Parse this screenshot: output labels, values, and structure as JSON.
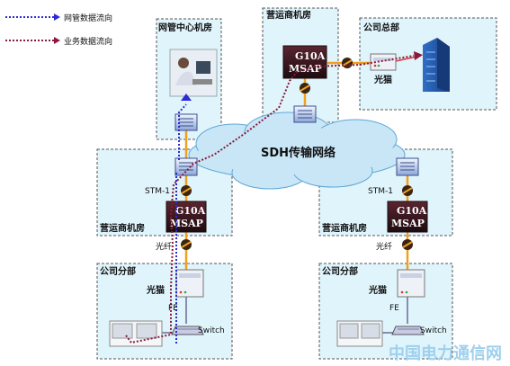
{
  "legend": {
    "nms_flow": "网管数据流向",
    "service_flow": "业务数据流向"
  },
  "rooms": {
    "nms_center": "网管中心机房",
    "carrier_top": "营运商机房",
    "hq": "公司总部",
    "carrier_left": "营运商机房",
    "carrier_right": "营运商机房",
    "branch_left": "公司分部",
    "branch_right": "公司分部"
  },
  "network": {
    "sdh": "SDH传输网络"
  },
  "devices": {
    "msap_line1": "G10A",
    "msap_line2": "MSAP",
    "optical_cat": "光猫"
  },
  "links": {
    "stm1": "STM-1",
    "fiber": "光纤",
    "fe": "FE",
    "switch": "Switch"
  },
  "watermark": "中国电力通信网",
  "colors": {
    "room_fill": "#dff4fb",
    "room_border": "#555555",
    "nms_line": "#2b2bd6",
    "service_line": "#8a1a3a",
    "link_orange": "#f0a020",
    "msap_fill": "#3a1a20",
    "cloud_fill": "#c9e6f7"
  }
}
